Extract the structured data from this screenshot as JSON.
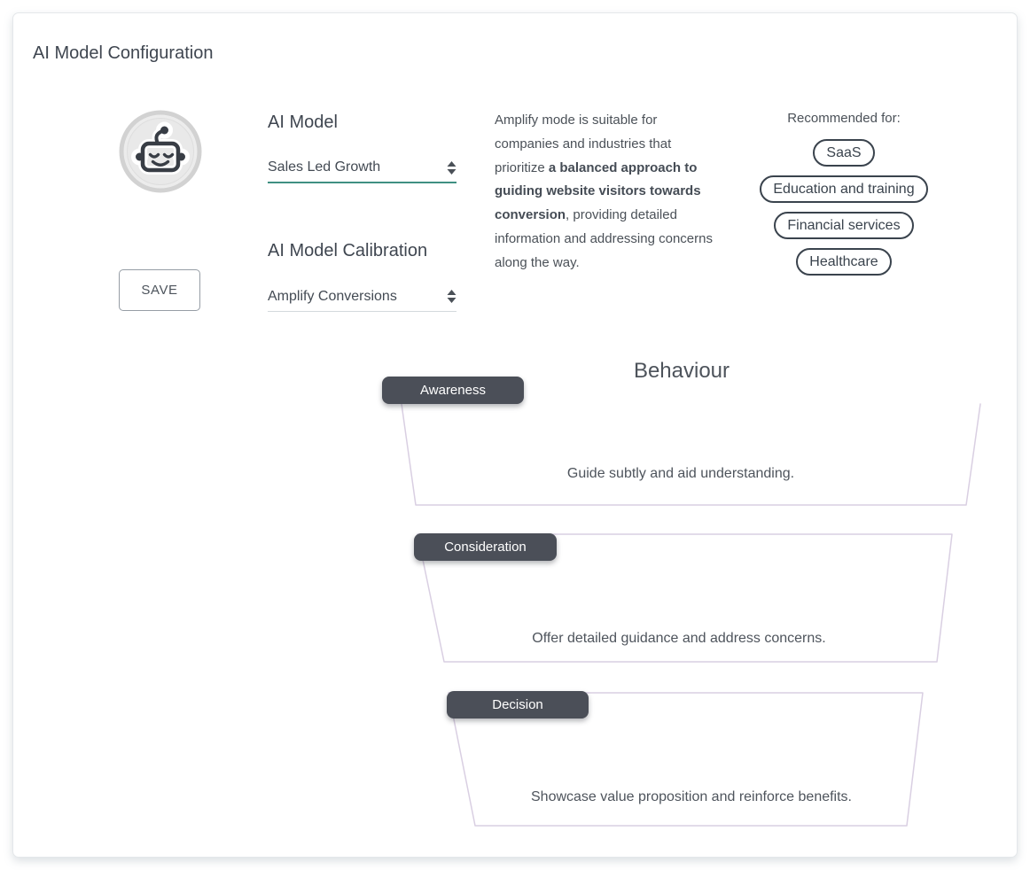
{
  "card": {
    "title": "AI Model Configuration"
  },
  "model": {
    "label": "AI Model",
    "value": "Sales Led Growth"
  },
  "calibration": {
    "label": "AI Model Calibration",
    "value": "Amplify Conversions"
  },
  "save_label": "SAVE",
  "description": {
    "part1": "Amplify mode is suitable for companies and industries that prioritize ",
    "bold": "a balanced approach to guiding website visitors towards conversion",
    "part2": ", providing detailed information and addressing concerns along the way."
  },
  "recommended": {
    "label": "Recommended for:",
    "items": [
      "SaaS",
      "Education and training",
      "Financial services",
      "Healthcare"
    ]
  },
  "behaviour": {
    "title": "Behaviour",
    "stages": [
      {
        "label": "Awareness",
        "description": "Guide subtly and aid understanding."
      },
      {
        "label": "Consideration",
        "description": "Offer detailed guidance and address concerns."
      },
      {
        "label": "Decision",
        "description": "Showcase value proposition and reinforce benefits."
      }
    ]
  },
  "icons": {
    "avatar": "robot-icon",
    "select_indicator": "updown-arrows-icon"
  },
  "colors": {
    "accent_teal": "#3f9082",
    "badge_bg": "#4b4f58",
    "funnel_line": "#d9cfe2"
  }
}
